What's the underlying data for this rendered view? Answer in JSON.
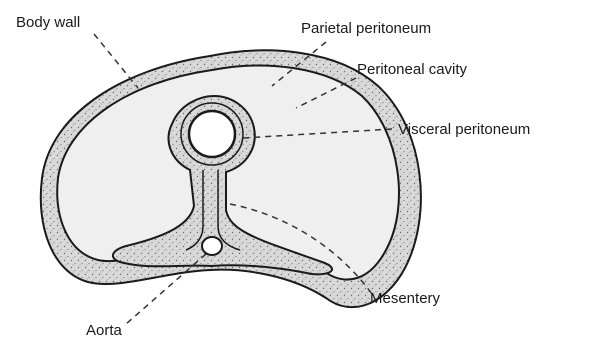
{
  "labels": {
    "body_wall": "Body wall",
    "parietal_peritoneum": "Parietal peritoneum",
    "peritoneal_cavity": "Peritoneal cavity",
    "visceral_peritoneum": "Visceral peritoneum",
    "mesentery": "Mesentery",
    "aorta": "Aorta"
  },
  "colors": {
    "outline": "#1a1a1a",
    "body_wall_fill": "#d9d9d9",
    "cavity_fill": "#efefef",
    "lumen_fill": "#ffffff",
    "leader_line": "#333333"
  }
}
